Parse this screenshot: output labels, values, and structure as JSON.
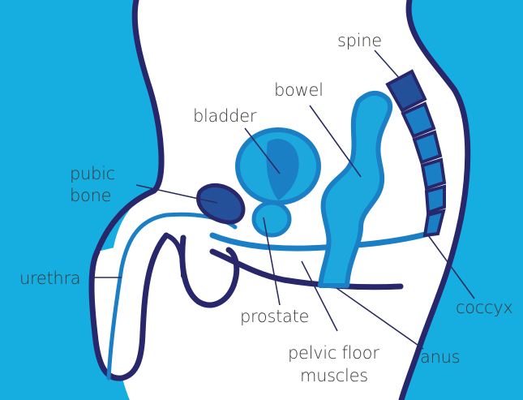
{
  "colors": {
    "background": "#16ade0",
    "body": "#ffffff",
    "outline": "#28276b",
    "organ_light": "#1ca8dd",
    "organ_mid": "#1a7fc4",
    "organ_dark": "#24509a",
    "label_text": "#3a3a3a",
    "leader_line": "#2b2d5e"
  },
  "labels": {
    "spine": "spine",
    "bowel": "bowel",
    "bladder": "bladder",
    "pubic_bone_line1": "pubic",
    "pubic_bone_line2": "bone",
    "urethra": "urethra",
    "prostate": "prostate",
    "pelvic_floor_line1": "pelvic floor",
    "pelvic_floor_line2": "muscles",
    "anus": "anus",
    "coccyx": "coccyx"
  }
}
